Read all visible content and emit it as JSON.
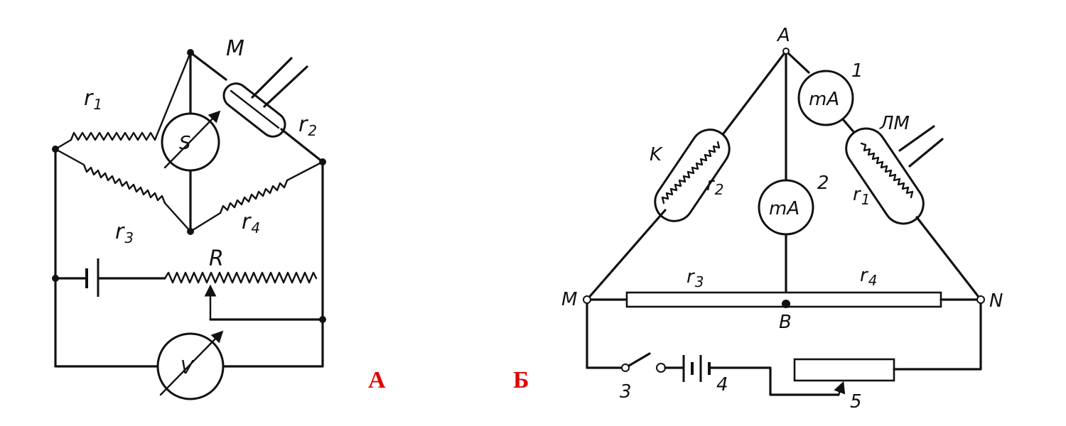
{
  "panel_a": {
    "tag": "А",
    "labels": {
      "r1": "r",
      "r1_sub": "1",
      "r2": "r",
      "r2_sub": "2",
      "r3": "r",
      "r3_sub": "3",
      "r4": "r",
      "r4_sub": "4",
      "M": "M",
      "R": "R",
      "S": "S",
      "V": "V"
    }
  },
  "panel_b": {
    "tag": "Б",
    "labels": {
      "A": "A",
      "B": "B",
      "M": "M",
      "N": "N",
      "K": "K",
      "LM": "ЛМ",
      "r1": "r",
      "r1_sub": "1",
      "r2": "r",
      "r2_sub": "2",
      "r3": "r",
      "r3_sub": "3",
      "r4": "r",
      "r4_sub": "4",
      "mA1": "mA",
      "mA2": "mA",
      "n1": "1",
      "n2": "2",
      "n3": "3",
      "n4": "4",
      "n5": "5"
    }
  }
}
